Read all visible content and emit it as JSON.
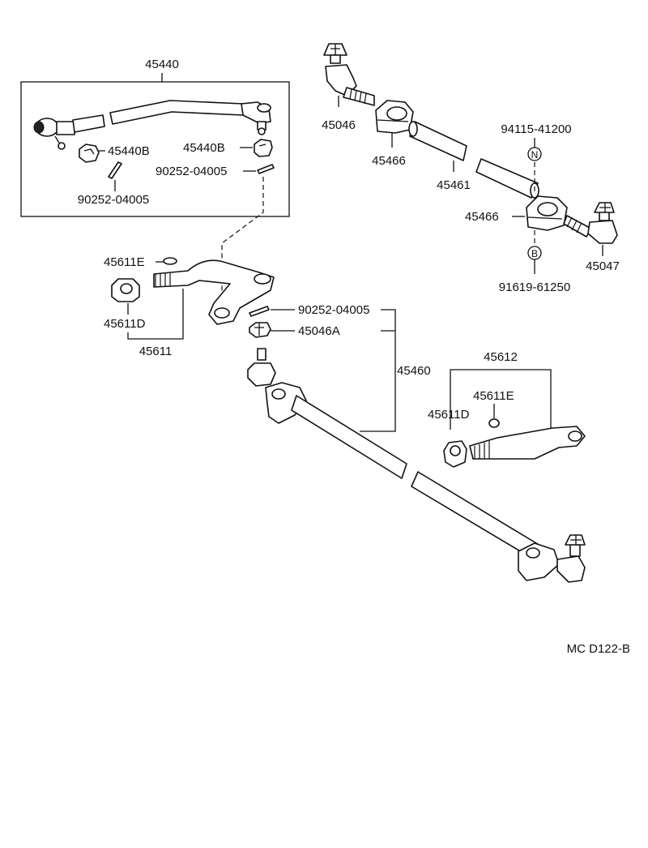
{
  "labels": {
    "tie_rod_assy": "45440",
    "tie_rod_nut_left": "45440B",
    "tie_rod_nut_right": "45440B",
    "cotter_pin_top": "90252-04005",
    "cotter_pin_left": "90252-04005",
    "tie_rod_end_left": "45046",
    "adjusting_tube_clamp_top": "45466",
    "adjusting_tube": "45461",
    "clip_bolt_n": "94115-41200",
    "marker_n": "N",
    "adjusting_tube_clamp_bottom": "45466",
    "marker_b": "B",
    "clip_bolt_b": "91619-61250",
    "tie_rod_end_right": "45047",
    "knuckle_arm_pin_left": "45611E",
    "knuckle_arm_nut_left": "45611D",
    "knuckle_arm_left": "45611",
    "cotter_pin_center": "90252-04005",
    "tie_rod_nut_center": "45046A",
    "drag_link_assy": "45460",
    "knuckle_arm_right": "45612",
    "knuckle_arm_pin_right": "45611E",
    "knuckle_arm_nut_right": "45611D",
    "diagram_code": "MC D122-B"
  }
}
